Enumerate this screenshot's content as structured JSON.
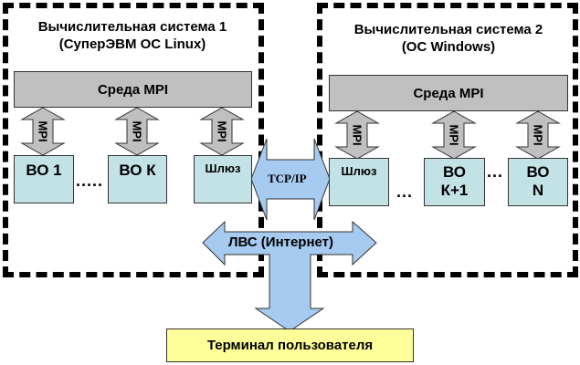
{
  "system1": {
    "title_line1": "Вычислительная система 1",
    "title_line2": "(СуперЭВМ ОС Linux)",
    "mpi_env": "Среда MPI",
    "nodes": [
      {
        "label": "ВО 1"
      },
      {
        "label": "ВО К"
      },
      {
        "label": "Шлюз"
      }
    ],
    "dots": "....."
  },
  "system2": {
    "title_line1": "Вычислительная система 2",
    "title_line2": "(ОС Windows)",
    "mpi_env": "Среда MPI",
    "nodes": [
      {
        "label": "Шлюз"
      },
      {
        "label_line1": "ВО",
        "label_line2": "К+1"
      },
      {
        "label_line1": "ВО",
        "label_line2": "N"
      }
    ],
    "dots_a": "...",
    "dots_b": "..."
  },
  "mpi_arrow_label": "MPI",
  "tcp_arrow_label": "TCP/IP",
  "lan_arrow_label": "ЛВС (Интернет)",
  "terminal_label": "Терминал пользователя",
  "colors": {
    "mpi_gray": "#c0c0c0",
    "node_cyan": "#c2e2e6",
    "arrow_blue": "#a6caf0",
    "terminal_yellow": "#ffff99"
  }
}
